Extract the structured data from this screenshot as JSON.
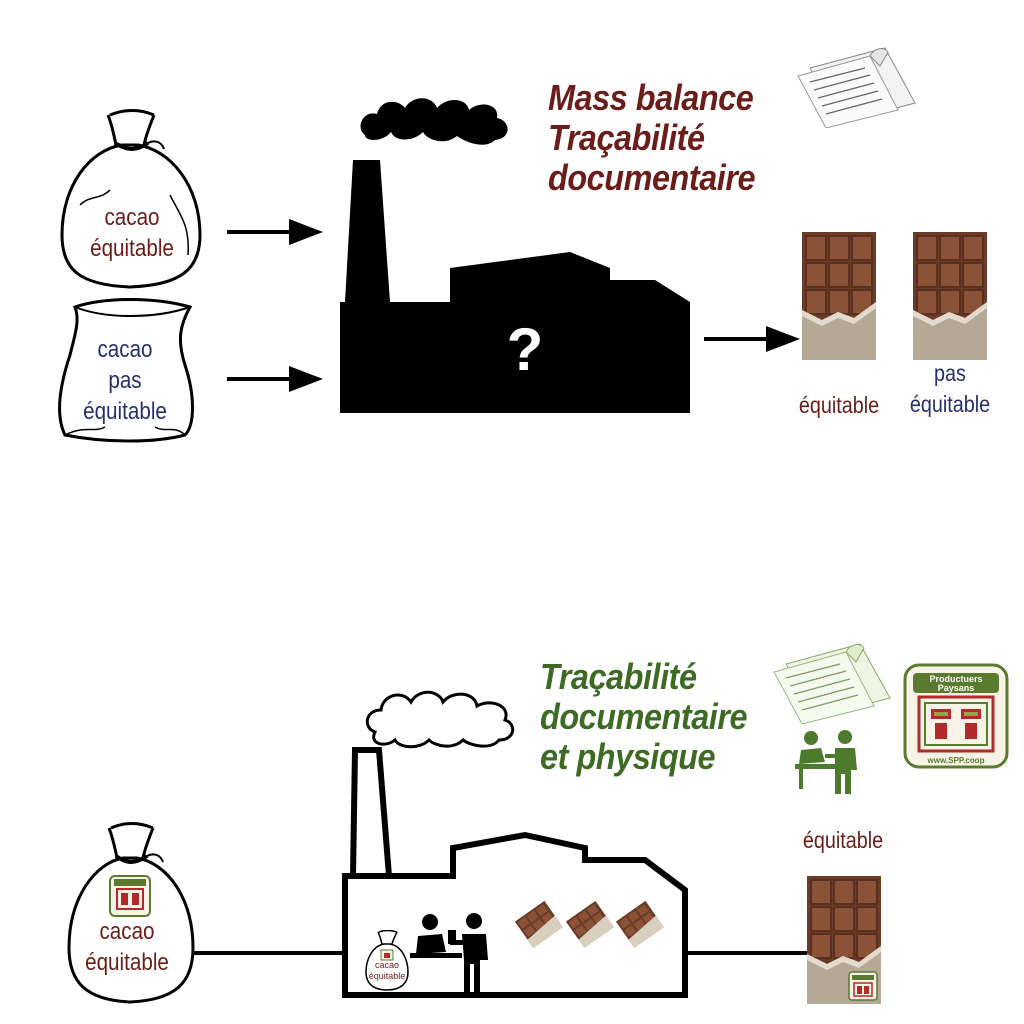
{
  "top": {
    "title_line1": "Mass balance",
    "title_line2": "Traçabilité documentaire",
    "sack_fair": [
      "cacao",
      "équitable"
    ],
    "sack_unfair": [
      "cacao",
      "pas",
      "équitable"
    ],
    "factory_mark": "?",
    "bar_fair_label": "équitable",
    "bar_unfair_label": [
      "pas",
      "équitable"
    ]
  },
  "bottom": {
    "title_line1": "Traçabilité",
    "title_line2": "documentaire",
    "title_line3": "et physique",
    "sack": [
      "cacao",
      "équitable"
    ],
    "small_sack": [
      "cacao",
      "équitable"
    ],
    "bar_label": "équitable",
    "logo": {
      "top_text": "Productuers\nPaysans",
      "bottom_text": "www.SPP.coop"
    }
  },
  "colors": {
    "fair_text": "#6b1e19",
    "unfair_text": "#27306e",
    "title_top": "#6b1e19",
    "title_bottom": "#3d6b24",
    "chocolate": "#7b4a33",
    "wrapper": "#b9ad9b",
    "logo_green": "#5a7a2e",
    "logo_red": "#b22a2a"
  }
}
